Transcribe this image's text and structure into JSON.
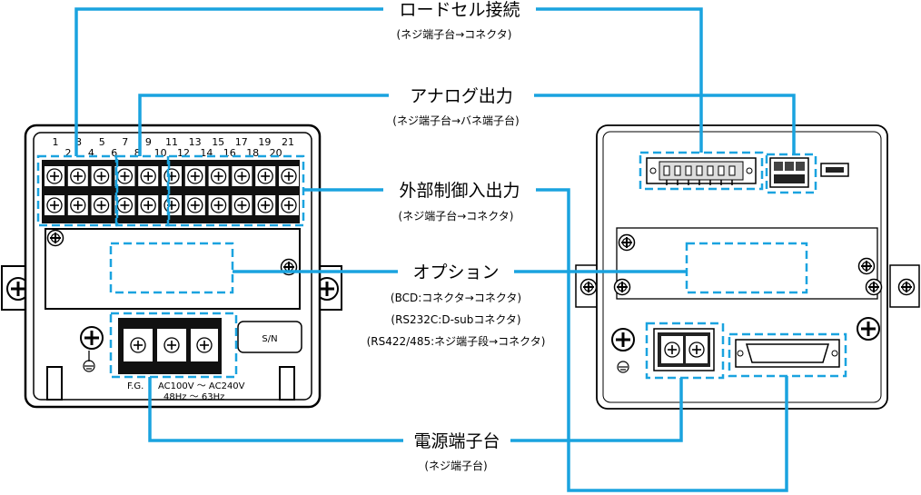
{
  "callouts": {
    "loadcell": {
      "title": "ロードセル接続",
      "sub": "(ネジ端子台→コネクタ)"
    },
    "analog": {
      "title": "アナログ出力",
      "sub": "(ネジ端子台→バネ端子台)"
    },
    "external": {
      "title": "外部制御入出力",
      "sub": "(ネジ端子台→コネクタ)"
    },
    "option": {
      "title": "オプション",
      "sub1": "(BCD:コネクタ→コネクタ)",
      "sub2": "(RS232C:D-subコネクタ)",
      "sub3": "(RS422/485:ネジ端子段→コネクタ)"
    },
    "power": {
      "title": "電源端子台",
      "sub": "(ネジ端子台)"
    }
  },
  "left_panel": {
    "pin_top": [
      "1",
      "3",
      "5",
      "7",
      "9",
      "11",
      "13",
      "15",
      "17",
      "19",
      "21"
    ],
    "pin_bottom": [
      "2",
      "4",
      "6",
      "8",
      "10",
      "12",
      "14",
      "16",
      "18",
      "20"
    ],
    "serial_label": "S/N",
    "power_labels": {
      "fg": "F.G.",
      "voltage": "AC100V ～ AC240V",
      "freq": "48Hz ～ 63Hz"
    }
  },
  "colors": {
    "accent": "#1aa3df",
    "outline": "#000000"
  }
}
